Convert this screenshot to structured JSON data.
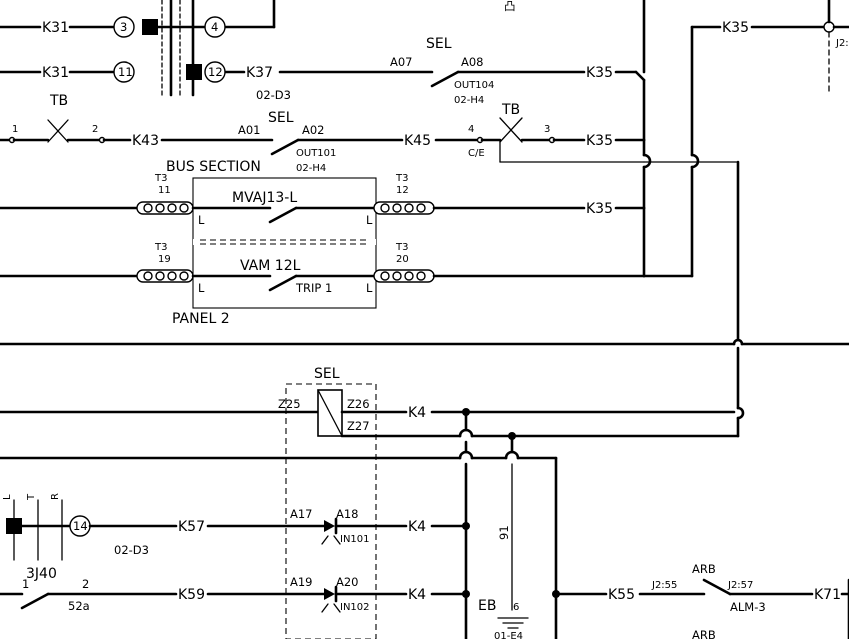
{
  "wires": {
    "k31_a": "K31",
    "k31_b": "K31",
    "k37": "K37",
    "k35_top": "K35",
    "k35_1": "K35",
    "k35_2": "K35",
    "k35_3": "K35",
    "k43": "K43",
    "k45": "K45",
    "k4_1": "K4",
    "k4_2": "K4",
    "k4_3": "K4",
    "k57": "K57",
    "k59": "K59",
    "k55": "K55",
    "k71": "K71"
  },
  "nodes": {
    "n3": "3",
    "n4": "4",
    "n11": "11",
    "n12": "12",
    "n14": "14"
  },
  "refs": {
    "ref_02d3_a": "02-D3",
    "ref_02h4_a": "02-H4",
    "ref_02h4_b": "02-H4",
    "ref_02d3_b": "02-D3"
  },
  "contacts": {
    "sel1": "SEL",
    "a07": "A07",
    "a08": "A08",
    "out104": "OUT104",
    "sel2": "SEL",
    "a01": "A01",
    "a02": "A02",
    "out101": "OUT101",
    "tb_left": "TB",
    "tb_right": "TB",
    "tb_l1": "1",
    "tb_l2": "2",
    "tb_r4": "4",
    "tb_r3": "3",
    "ce": "C/E"
  },
  "panel": {
    "bus_section": "BUS SECTION",
    "mvaj13": "MVAJ13-L",
    "vam12": "VAM 12L",
    "trip": "TRIP 1",
    "panel2": "PANEL 2",
    "t3_a": "T3",
    "t3_b": "T3",
    "t3_c": "T3",
    "t3_d": "T3",
    "t11": "11",
    "t12": "12",
    "t19": "19",
    "t20": "20",
    "l1": "L",
    "l2": "L",
    "l3": "L",
    "l4": "L"
  },
  "relay": {
    "sel": "SEL",
    "z25": "Z25",
    "z26": "Z26",
    "z27": "Z27"
  },
  "diodes": {
    "a17": "A17",
    "a18": "A18",
    "in101": "IN101",
    "a19": "A19",
    "a20": "A20",
    "in102": "IN102"
  },
  "lower": {
    "eb": "EB",
    "eb6": "6",
    "v91": "91",
    "sw3j40": "3J40",
    "sw1": "1",
    "sw2": "2",
    "s52a": "52a",
    "arb": "ARB",
    "arb2": "ARB",
    "j2_55": "J2:55",
    "j2_57": "J2:57",
    "alm3": "ALM-3",
    "rl": "L",
    "rt": "T",
    "rr": "R",
    "e01": "01-E4",
    "j2s": "J2:"
  }
}
